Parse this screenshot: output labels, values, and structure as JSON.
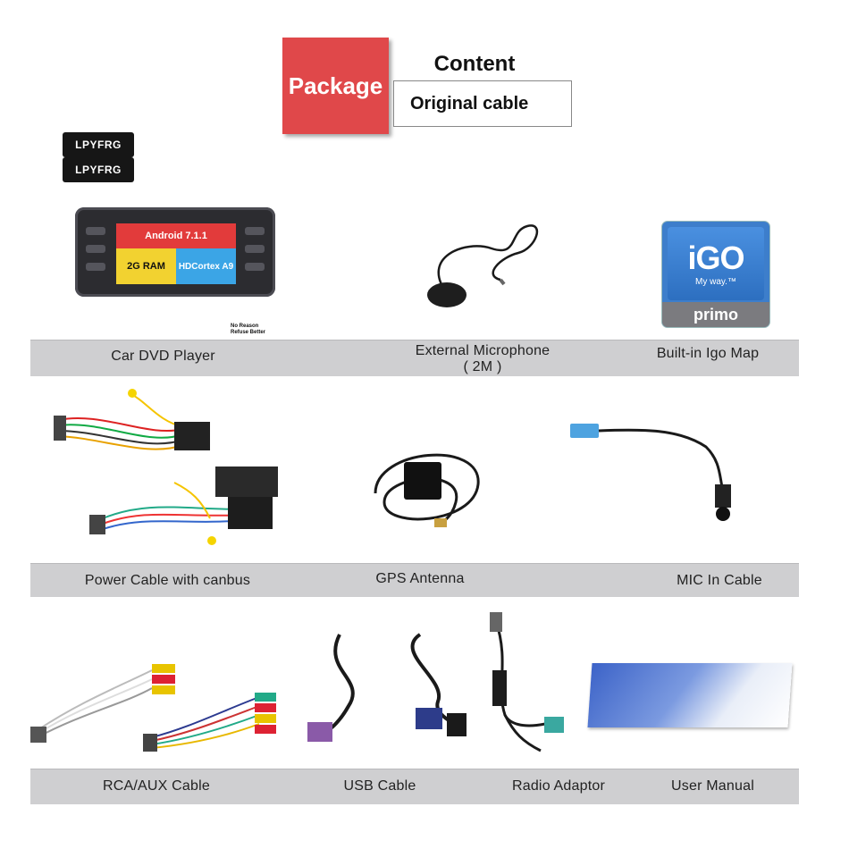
{
  "header": {
    "package_label": "Package",
    "content_title": "Content",
    "original_cable": "Original cable"
  },
  "brand_tags": [
    "LPYFRG",
    "LPYFRG"
  ],
  "dvd_player": {
    "android": "Android 7.1.1",
    "ram": "2G RAM",
    "cpu_line1": "HD",
    "cpu_line2": "Cortex A9",
    "note_line1": "No Reason",
    "note_line2": "Refuse Better"
  },
  "igo": {
    "logo": "iGO",
    "tagline": "My way.™",
    "primo": "primo"
  },
  "rows": [
    {
      "items": [
        "Car DVD Player",
        "External Microphone ( 2M )",
        "Built-in Igo Map"
      ]
    },
    {
      "items": [
        "Power Cable with canbus",
        "GPS Antenna",
        "MIC In Cable"
      ]
    },
    {
      "items": [
        "RCA/AUX Cable",
        "USB Cable",
        "Radio Adaptor",
        "User Manual"
      ]
    }
  ],
  "labels": {
    "car_dvd": "Car DVD Player",
    "microphone_line1": "External Microphone",
    "microphone_line2": "( 2M )",
    "igo_map": "Built-in Igo Map",
    "power_cable": "Power Cable with canbus",
    "gps": "GPS Antenna",
    "mic_in": "MIC In Cable",
    "rca": "RCA/AUX Cable",
    "usb": "USB Cable",
    "radio": "Radio Adaptor",
    "manual": "User Manual"
  }
}
